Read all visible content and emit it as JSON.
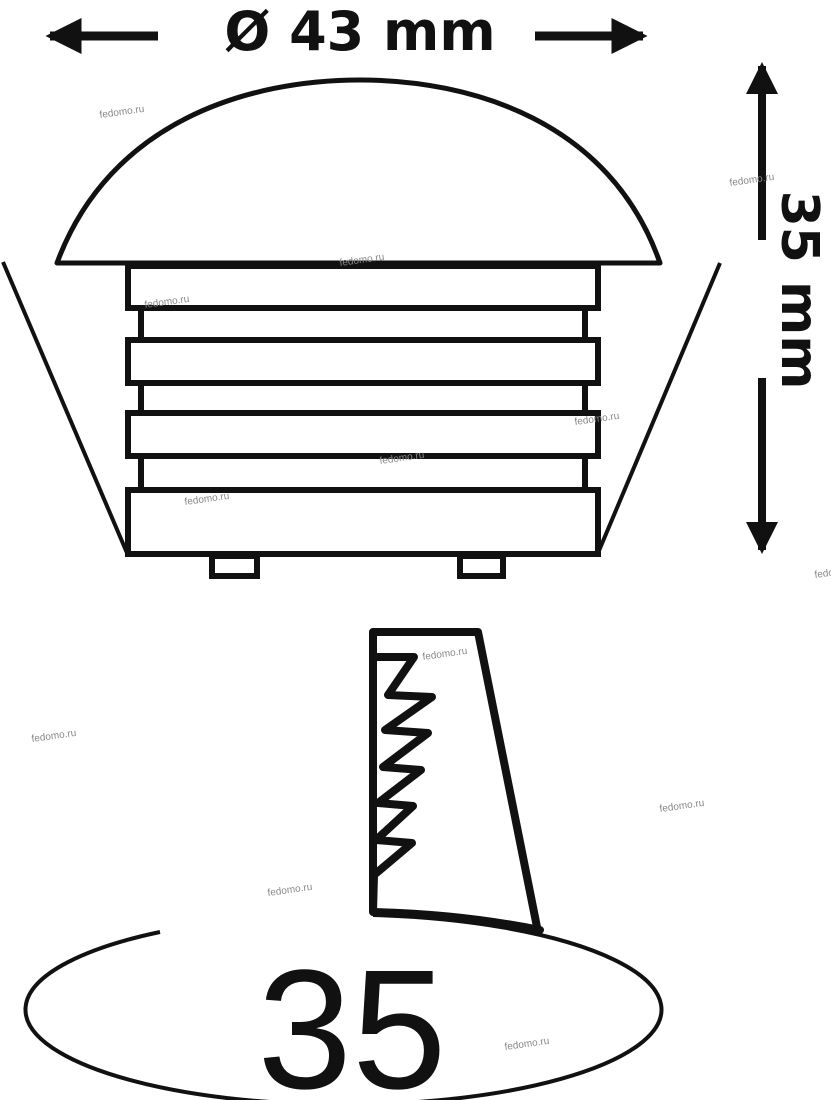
{
  "dimensions": {
    "diameter_label": "Ø 43 mm",
    "height_label": "35 mm",
    "cutout_label": "35"
  },
  "watermark": "fedomo.ru",
  "colors": {
    "line": "#111111",
    "watermark": "#888888"
  }
}
